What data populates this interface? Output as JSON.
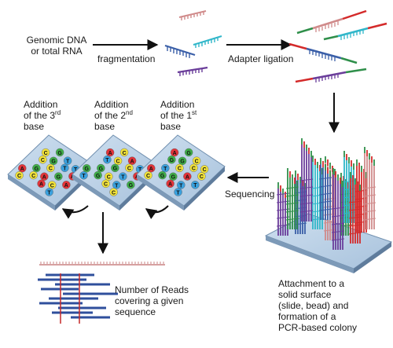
{
  "labels": {
    "source_line1": "Genomic DNA",
    "source_line2": "or total RNA",
    "fragmentation": "fragmentation",
    "adapter_ligation": "Adapter ligation",
    "sequencing": "Sequencing",
    "attach_1": "Attachment to a",
    "attach_2": "solid surface",
    "attach_3": "(slide, bead) and",
    "attach_4": "formation of a",
    "attach_5": "PCR-based colony",
    "reads_1": "Number of Reads",
    "reads_2": "covering a given",
    "reads_3": "sequence",
    "add_3rd": {
      "l1": "Addition",
      "l2a": "of the 3",
      "sup": "rd",
      "l3": "base"
    },
    "add_2nd": {
      "l1": "Addition",
      "l2a": "of the 2",
      "sup": "nd",
      "l3": "base"
    },
    "add_1st": {
      "l1": "Addition",
      "l2a": "of the 1",
      "sup": "st",
      "l3": "base"
    }
  },
  "colors": {
    "slide_top": "#b7cfe6",
    "slide_side": "#7d9ab8",
    "arrow": "#111111",
    "nuc_A": "#e2343a",
    "nuc_C": "#f2e33a",
    "nuc_G": "#3fae49",
    "nuc_T": "#3aa0dd",
    "fragment_1": "#3a5fa8",
    "fragment_2": "#2fb6c9",
    "fragment_3": "#6a3d9a",
    "fragment_4": "#d08a8a",
    "adapter_red": "#d42a2a",
    "adapter_green": "#2f8f4a",
    "reads_bar": "#2f4f9c",
    "reads_ref": "#d6a0a0",
    "reads_marker": "#c62828"
  },
  "slides": {
    "third": [
      "A",
      "G",
      "C",
      "C",
      "A",
      "T",
      "G",
      "T",
      "A",
      "G",
      "G",
      "C",
      "C",
      "T",
      "C",
      "A",
      "A",
      "C",
      "T"
    ],
    "second": [
      "G",
      "C",
      "T",
      "A",
      "C",
      "T",
      "G",
      "A",
      "G",
      "C",
      "T",
      "T",
      "G",
      "C",
      "T",
      "C",
      "A",
      "G",
      "C"
    ],
    "first": [
      "A",
      "G",
      "T",
      "A",
      "G",
      "C",
      "T",
      "C",
      "T",
      "G",
      "A",
      "C",
      "C",
      "T",
      "G",
      "A",
      "C",
      "G",
      "C"
    ]
  }
}
